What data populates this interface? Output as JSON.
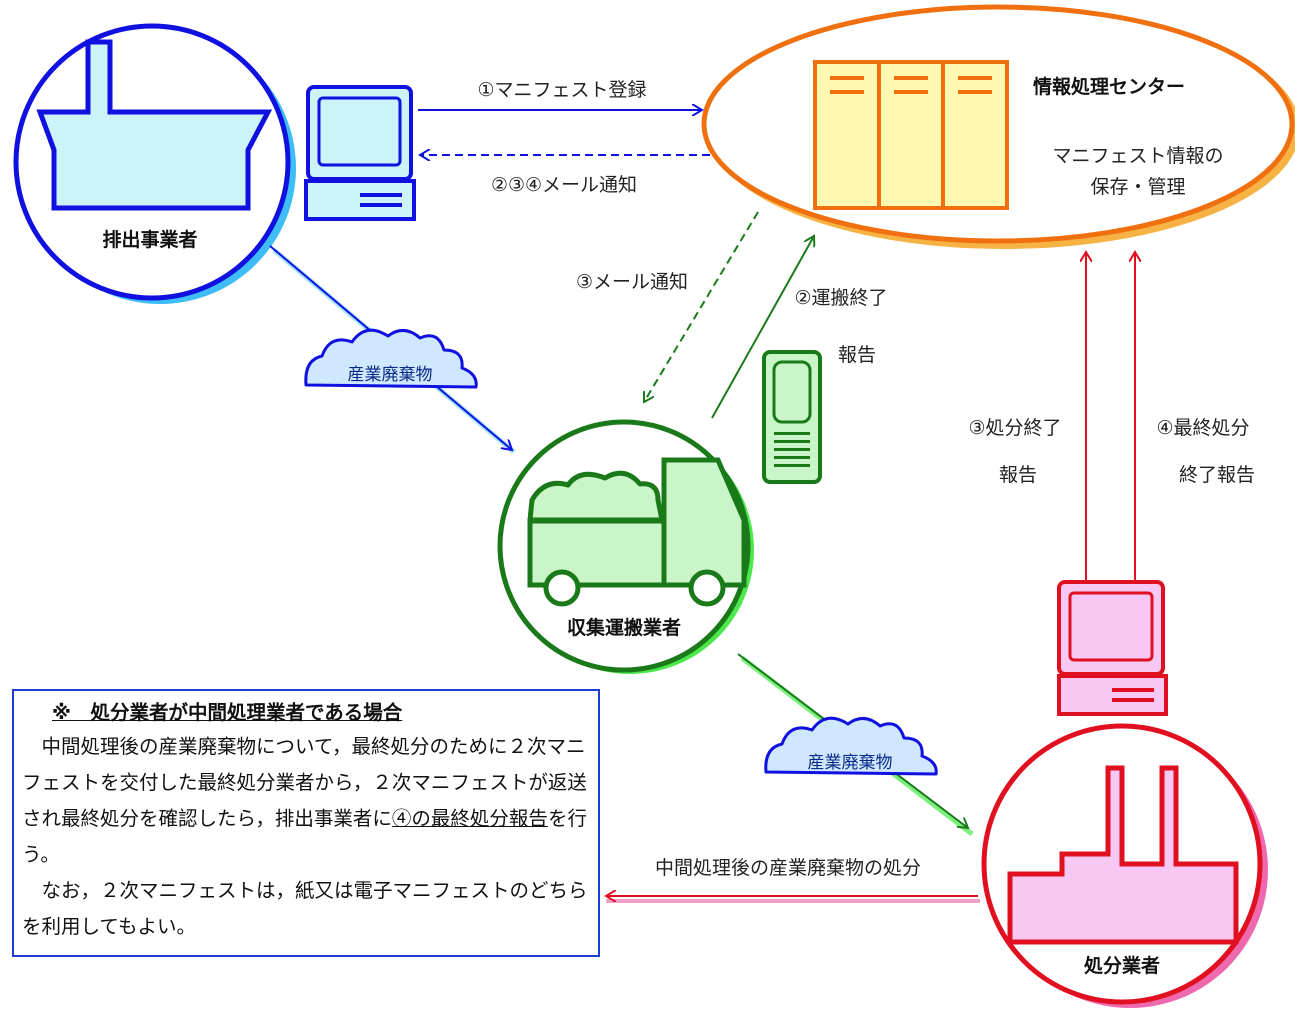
{
  "nodes": {
    "discharger": {
      "label": "排出事業者"
    },
    "transporter": {
      "label": "収集運搬業者"
    },
    "disposer": {
      "label": "処分業者"
    },
    "center": {
      "title": "情報処理センター",
      "desc_line1": "マニフェスト情報の",
      "desc_line2": "保存・管理"
    }
  },
  "flows": {
    "registration": "①マニフェスト登録",
    "mail_notice_234": "②③④メール通知",
    "mail_notice_3": "③メール通知",
    "transport_done_line1": "②運搬終了",
    "transport_done_line2": "報告",
    "disposal_done_line1": "③処分終了",
    "disposal_done_line2": "報告",
    "final_disposal_line1": "④最終処分",
    "final_disposal_line2": "終了報告",
    "waste_1": "産業廃棄物",
    "waste_2": "産業廃棄物",
    "intermediate_disposal": "中間処理後の産業廃棄物の処分"
  },
  "note": {
    "title": "※　処分業者が中間処理業者である場合",
    "p1": "中間処理後の産業廃棄物について，最終処分のために２次マニフェストを交付した最終処分業者から，２次マニフェストが返送され最終処分を確認したら，排出事業者に",
    "p1_underlined": "④の最終処分報告",
    "p1_end": "を行う。",
    "p2": "なお，２次マニフェストは，紙又は電子マニフェストのどちらを利用してもよい。"
  },
  "colors": {
    "discharger": "#1010e0",
    "transporter": "#1a7a1a",
    "disposer": "#e01020",
    "center": "#f07010"
  }
}
